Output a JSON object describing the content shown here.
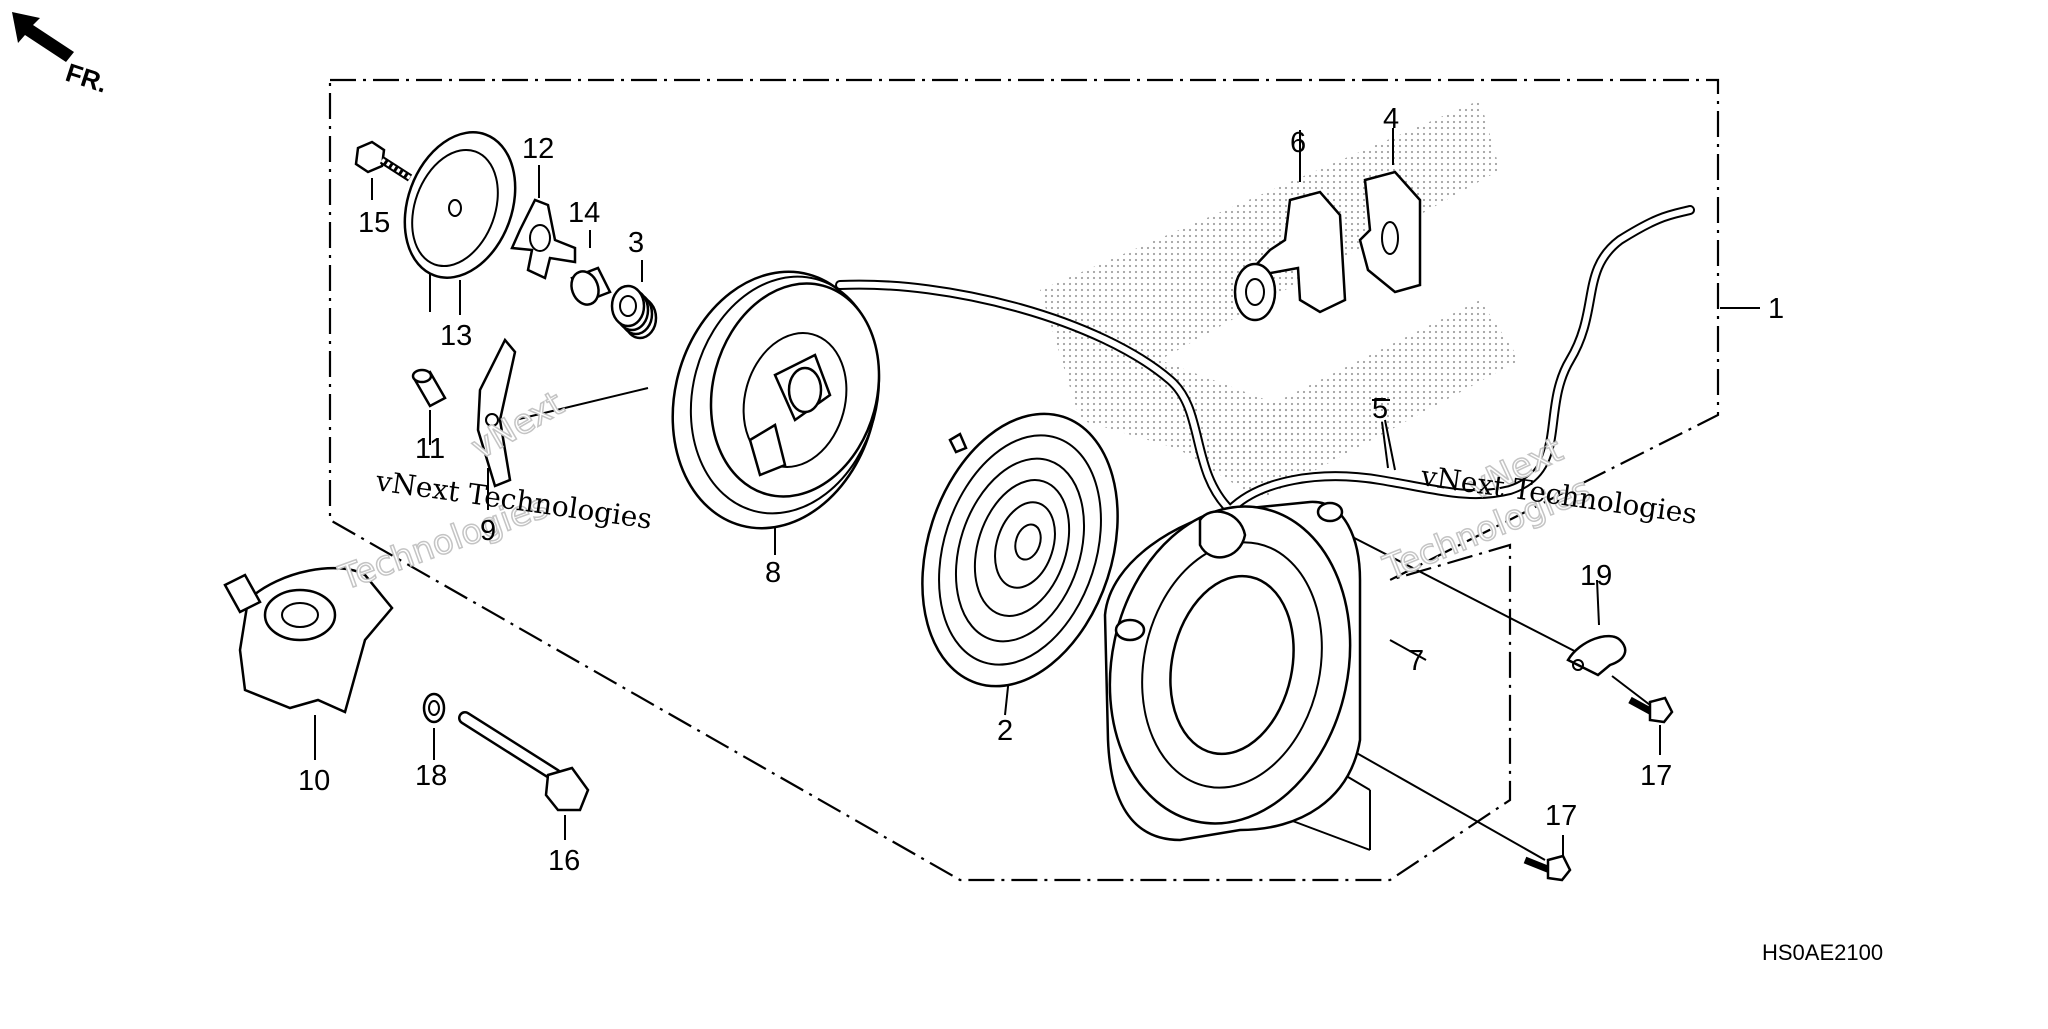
{
  "orientation": {
    "label": "FR."
  },
  "diagram_code": "HS0AE2100",
  "watermarks": {
    "brand_short": "vNext",
    "brand_full": "vNext Technologies",
    "brand_word": "Technologies"
  },
  "callouts": [
    {
      "id": "c1",
      "number": "1"
    },
    {
      "id": "c2",
      "number": "2"
    },
    {
      "id": "c3",
      "number": "3"
    },
    {
      "id": "c4",
      "number": "4"
    },
    {
      "id": "c5",
      "number": "5"
    },
    {
      "id": "c6",
      "number": "6"
    },
    {
      "id": "c7",
      "number": "7"
    },
    {
      "id": "c8",
      "number": "8"
    },
    {
      "id": "c9",
      "number": "9"
    },
    {
      "id": "c10",
      "number": "10"
    },
    {
      "id": "c11",
      "number": "11"
    },
    {
      "id": "c12",
      "number": "12"
    },
    {
      "id": "c13",
      "number": "13"
    },
    {
      "id": "c14",
      "number": "14"
    },
    {
      "id": "c15",
      "number": "15"
    },
    {
      "id": "c16",
      "number": "16"
    },
    {
      "id": "c17a",
      "number": "17"
    },
    {
      "id": "c17b",
      "number": "17"
    },
    {
      "id": "c18",
      "number": "18"
    },
    {
      "id": "c19",
      "number": "19"
    }
  ]
}
